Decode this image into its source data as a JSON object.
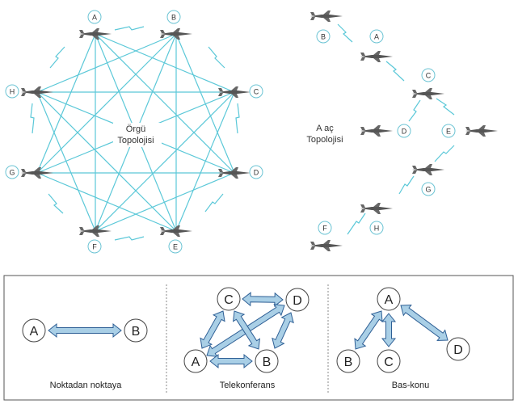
{
  "mesh": {
    "title_line1": "Örgü",
    "title_line2": "Topolojisi",
    "nodes": [
      "A",
      "B",
      "C",
      "D",
      "E",
      "F",
      "G",
      "H"
    ]
  },
  "tree": {
    "title_line1": "A  aç",
    "title_line2": "Topolojisi",
    "nodes": [
      "B",
      "A",
      "C",
      "D",
      "E",
      "G",
      "H",
      "F"
    ]
  },
  "panel": {
    "p2p": {
      "caption": "Noktadan noktaya",
      "left": "A",
      "right": "B"
    },
    "tele": {
      "caption": "Telekonferans",
      "nodes": [
        "C",
        "D",
        "A",
        "B"
      ]
    },
    "bcast": {
      "caption": "Bas-konu",
      "nodes": [
        "A",
        "B",
        "C",
        "D"
      ]
    }
  },
  "colors": {
    "link": "#5bc8d8",
    "node_ring": "#6cc4d4",
    "arrow_fill": "#a9cfe6",
    "arrow_stroke": "#2e5f95"
  }
}
